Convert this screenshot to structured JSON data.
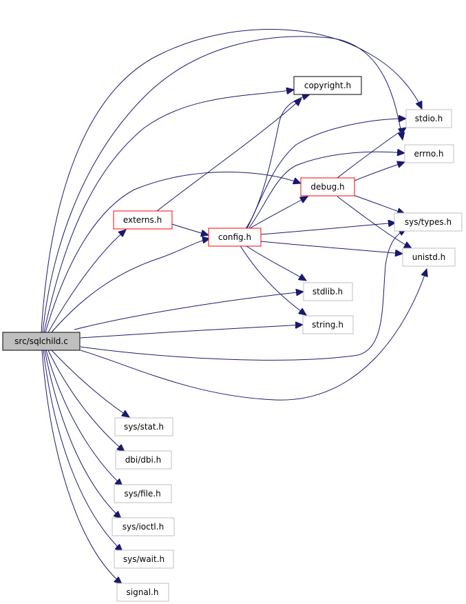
{
  "colors": {
    "edge": "#191970",
    "root_fill": "#bfbfbf",
    "root_border": "#000000",
    "linked_border": "#ff0000",
    "plain_border": "#000000",
    "external_border": "#bfbfbf",
    "node_fill": "#ffffff"
  },
  "nodes": {
    "sqlchild_c": {
      "label": "src/sqlchild.c",
      "kind": "root"
    },
    "copyright_h": {
      "label": "copyright.h",
      "kind": "plain"
    },
    "stdio_h": {
      "label": "stdio.h",
      "kind": "external"
    },
    "errno_h": {
      "label": "errno.h",
      "kind": "external"
    },
    "debug_h": {
      "label": "debug.h",
      "kind": "linked"
    },
    "externs_h": {
      "label": "externs.h",
      "kind": "linked"
    },
    "config_h": {
      "label": "config.h",
      "kind": "linked"
    },
    "sys_types_h": {
      "label": "sys/types.h",
      "kind": "external"
    },
    "unistd_h": {
      "label": "unistd.h",
      "kind": "external"
    },
    "stdlib_h": {
      "label": "stdlib.h",
      "kind": "external"
    },
    "string_h": {
      "label": "string.h",
      "kind": "external"
    },
    "sys_stat_h": {
      "label": "sys/stat.h",
      "kind": "external"
    },
    "dbi_dbi_h": {
      "label": "dbi/dbi.h",
      "kind": "external"
    },
    "sys_file_h": {
      "label": "sys/file.h",
      "kind": "external"
    },
    "sys_ioctl_h": {
      "label": "sys/ioctl.h",
      "kind": "external"
    },
    "sys_wait_h": {
      "label": "sys/wait.h",
      "kind": "external"
    },
    "signal_h": {
      "label": "signal.h",
      "kind": "external"
    }
  },
  "edges": [
    [
      "sqlchild_c",
      "stdio_h"
    ],
    [
      "sqlchild_c",
      "errno_h"
    ],
    [
      "sqlchild_c",
      "copyright_h"
    ],
    [
      "sqlchild_c",
      "debug_h"
    ],
    [
      "sqlchild_c",
      "externs_h"
    ],
    [
      "sqlchild_c",
      "config_h"
    ],
    [
      "sqlchild_c",
      "stdlib_h"
    ],
    [
      "sqlchild_c",
      "string_h"
    ],
    [
      "sqlchild_c",
      "sys_types_h"
    ],
    [
      "sqlchild_c",
      "unistd_h"
    ],
    [
      "sqlchild_c",
      "sys_stat_h"
    ],
    [
      "sqlchild_c",
      "dbi_dbi_h"
    ],
    [
      "sqlchild_c",
      "sys_file_h"
    ],
    [
      "sqlchild_c",
      "sys_ioctl_h"
    ],
    [
      "sqlchild_c",
      "sys_wait_h"
    ],
    [
      "sqlchild_c",
      "signal_h"
    ],
    [
      "externs_h",
      "copyright_h"
    ],
    [
      "externs_h",
      "config_h"
    ],
    [
      "config_h",
      "copyright_h"
    ],
    [
      "config_h",
      "stdio_h"
    ],
    [
      "config_h",
      "errno_h"
    ],
    [
      "config_h",
      "debug_h"
    ],
    [
      "config_h",
      "sys_types_h"
    ],
    [
      "config_h",
      "unistd_h"
    ],
    [
      "config_h",
      "stdlib_h"
    ],
    [
      "config_h",
      "string_h"
    ],
    [
      "debug_h",
      "stdio_h"
    ],
    [
      "debug_h",
      "errno_h"
    ],
    [
      "debug_h",
      "sys_types_h"
    ],
    [
      "debug_h",
      "unistd_h"
    ]
  ]
}
